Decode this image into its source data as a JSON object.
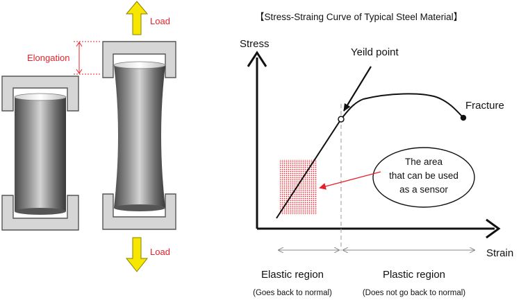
{
  "colors": {
    "accent_red": "#e8202a",
    "arrow_yellow": "#f7e600",
    "clamp_gray": "#d6d6d6",
    "axis_black": "#111111"
  },
  "specimen": {
    "load_top": "Load",
    "load_bottom": "Load",
    "elongation": "Elongation"
  },
  "chart": {
    "title": "【Stress-Straing Curve of Typical Steel Material】",
    "y_label": "Stress",
    "x_label": "Strain",
    "yield_point": "Yeild point",
    "fracture": "Fracture",
    "callout": {
      "line1": "The area",
      "line2": "that can be used",
      "line3": "as a sensor"
    },
    "elastic_region": "Elastic region",
    "elastic_note": "(Goes back to normal)",
    "plastic_region": "Plastic region",
    "plastic_note": "(Does not go back to normal)"
  }
}
